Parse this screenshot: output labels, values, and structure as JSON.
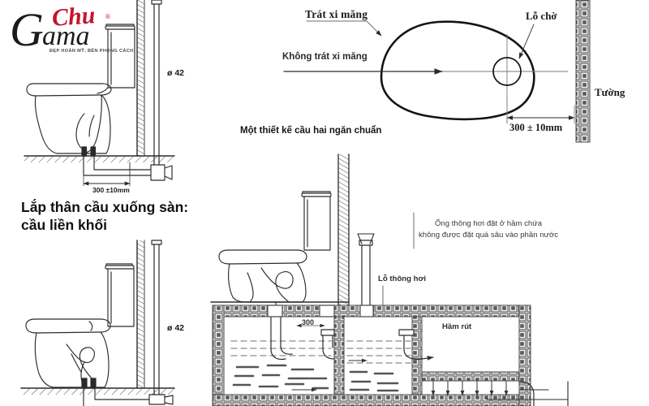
{
  "logo": {
    "main_letter": "G",
    "main_rest": "ama",
    "script_word": "Chu",
    "registered": "®",
    "tagline": "ĐẸP HOÀN MỸ, BỀN PHONG CÁCH"
  },
  "diagrams": {
    "top_left": {
      "name": "wall-mounted-toilet-floor-outlet",
      "pipe_label": "ø 42",
      "dimension_label": "300 ±10mm"
    },
    "bottom_left": {
      "name": "one-piece-toilet-floor-outlet",
      "pipe_label": "ø 42",
      "caption_line1": "Lắp thân cầu xuống sàn:",
      "caption_line2": "cầu liền khối"
    },
    "top_right": {
      "name": "septic-tank-plan-view",
      "label_cement": "Trát xi măng",
      "label_no_cement": "Không trát xi măng",
      "label_hole": "Lỗ chờ",
      "label_wall": "Tường",
      "dimension": "300 ± 10mm",
      "caption": "Một thiết kế cầu hai ngăn chuẩn"
    },
    "bottom_right": {
      "name": "septic-tank-section-view",
      "note_line1": "Ống thông hơi đặt ở hầm chứa",
      "note_line2": "không được đặt quá sâu vào phần nước",
      "label_vent_hole": "Lỗ thông hơi",
      "label_drain_pit": "Hầm rút",
      "dimension_300": "300"
    }
  },
  "colors": {
    "ink": "#191919",
    "line": "#2b2b2b",
    "accent_red": "#c2152b",
    "hatch": "#6e6e6e",
    "fill_light": "#f3f3f3"
  }
}
